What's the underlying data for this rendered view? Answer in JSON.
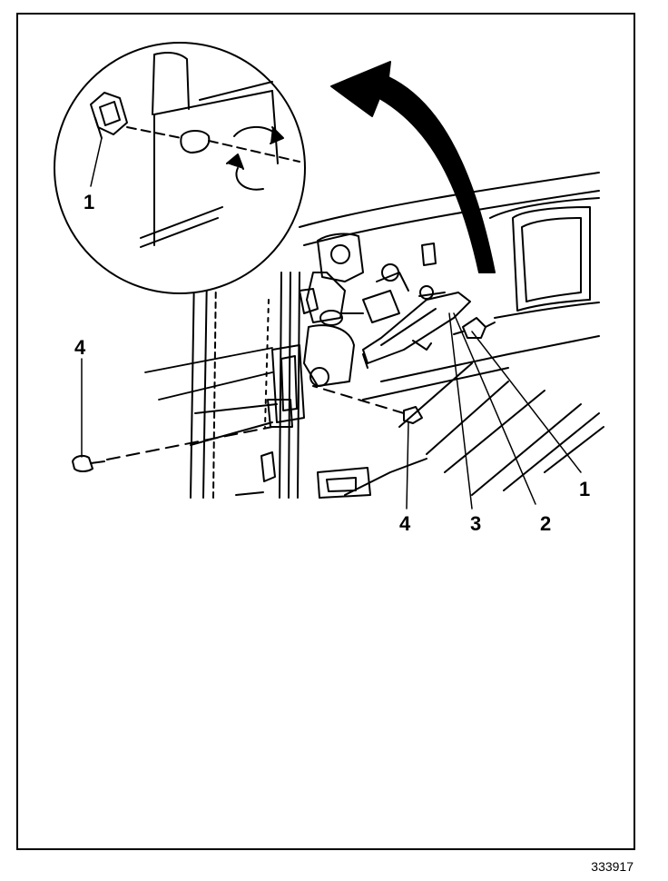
{
  "figure": {
    "id": "333917",
    "callouts": {
      "inset_1": "1",
      "bolt_left": "4",
      "bolt_bottom": "4",
      "part_3": "3",
      "part_2": "2",
      "part_1": "1"
    }
  }
}
